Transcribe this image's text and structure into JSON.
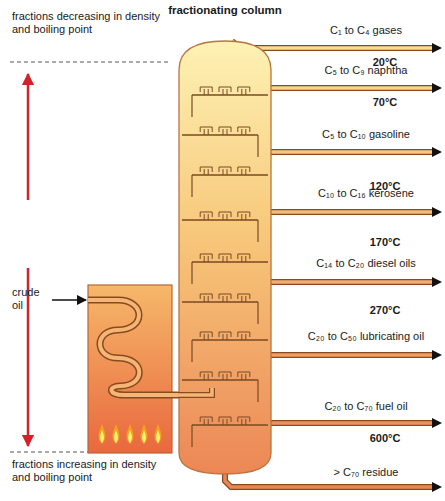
{
  "diagram": {
    "nodes": [
      {
        "text": [
          "fractionating column"
        ]
      }
    ],
    "labels": [
      "fractions decreasing in density and boiling point",
      "C₁ to C₄ gases",
      "20°C",
      "C₅ to C₉ naphtha",
      "70°C",
      "C₅ to C₁₀ gasoline",
      "120°C",
      "C₁₀ to C₁₆ kerosene",
      "170°C",
      "C₁₄ to C₂₀ diesel oils",
      "270°C",
      "C₂₀ to C₅₀ lubricating oil",
      "C₂₀ to C₇₀ fuel oil",
      "600°C",
      "> C₇₀ residue",
      "crude oil",
      "fractions increasing in density and boiling point"
    ]
  }
}
